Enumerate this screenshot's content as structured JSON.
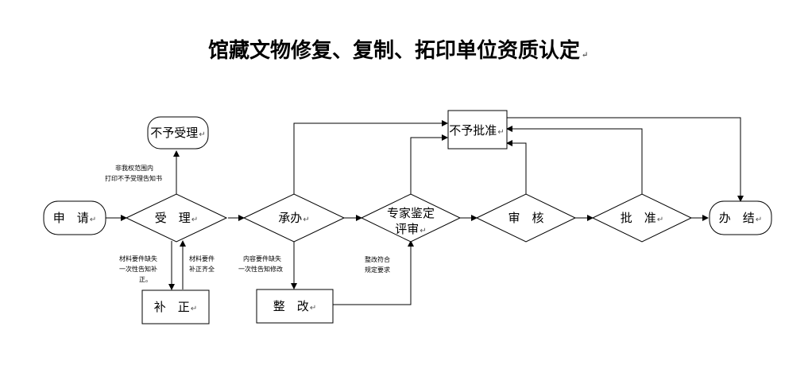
{
  "title": "馆藏文物修复、复制、拓印单位资质认定",
  "return_mark": "↵",
  "nodes": {
    "apply": "申　请",
    "accept": "受　理",
    "reject_accept": "不予受理",
    "supplement": "补　正",
    "undertake": "承办",
    "rectify": "整　改",
    "expert_review_line1": "专家鉴定",
    "expert_review_line2": "评审",
    "reject_approve": "不予批准",
    "audit": "审　核",
    "approve": "批　准",
    "complete": "办　结"
  },
  "notes": {
    "out_of_scope": [
      "非我权范围内",
      "打印不予受理告知书"
    ],
    "materials_missing": [
      "材料要件缺失",
      "一次性告知补",
      "正。"
    ],
    "materials_complete": [
      "材料要件",
      "补正齐全"
    ],
    "content_missing": [
      "内容要件缺失",
      "一次性告知修改"
    ],
    "rectified_ok": [
      "整改符合",
      "规定要求"
    ]
  }
}
